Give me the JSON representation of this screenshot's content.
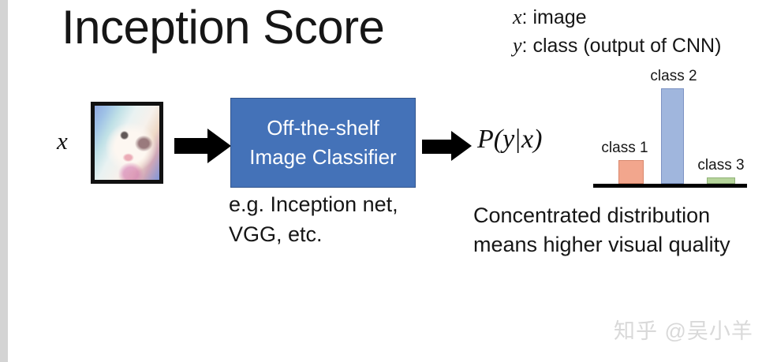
{
  "slide": {
    "title": "Inception Score",
    "background_color": "#ffffff",
    "left_strip_color": "#d4d4d4"
  },
  "notation": {
    "lines": [
      {
        "symbol": "x",
        "text": ": image"
      },
      {
        "symbol": "y",
        "text": ": class (output of CNN)"
      }
    ]
  },
  "input": {
    "variable_label": "x",
    "thumbnail_alt": "anime character face thumbnail",
    "frame_color": "#111111"
  },
  "pipeline": {
    "arrow_1_name": "arrow-image-to-classifier",
    "arrow_2_name": "arrow-classifier-to-output",
    "arrow_color": "#000000",
    "classifier": {
      "line1": "Off-the-shelf",
      "line2": "Image Classifier",
      "fill_color": "#4472b8",
      "border_color": "#33568e",
      "text_color": "#ffffff"
    },
    "classifier_caption": {
      "line1": "e.g. Inception net,",
      "line2": "VGG, etc."
    },
    "output_formula": {
      "p": "P",
      "open": "(",
      "y": "y",
      "bar": "|",
      "x": "x",
      "close": ")"
    }
  },
  "chart_data": {
    "type": "bar",
    "title": "",
    "categories": [
      "class 1",
      "class 2",
      "class 3"
    ],
    "values": [
      0.18,
      0.72,
      0.05
    ],
    "ylim": [
      0,
      0.8
    ],
    "xlabel": "",
    "ylabel": "",
    "grid": false,
    "legend": "none",
    "bar_colors": [
      "#f2a68d",
      "#a0b6dd",
      "#b6d49b"
    ],
    "bar_border_colors": [
      "#d9886d",
      "#7e94c4",
      "#92b379"
    ],
    "baseline_color": "#000000",
    "label_positions": [
      "above-bar",
      "above-bar",
      "above-bar"
    ]
  },
  "chart_caption": {
    "line1": "Concentrated distribution",
    "line2": "means higher visual quality"
  },
  "watermark": {
    "text": "知乎 @吴小羊",
    "color": "#d9d9d9"
  }
}
